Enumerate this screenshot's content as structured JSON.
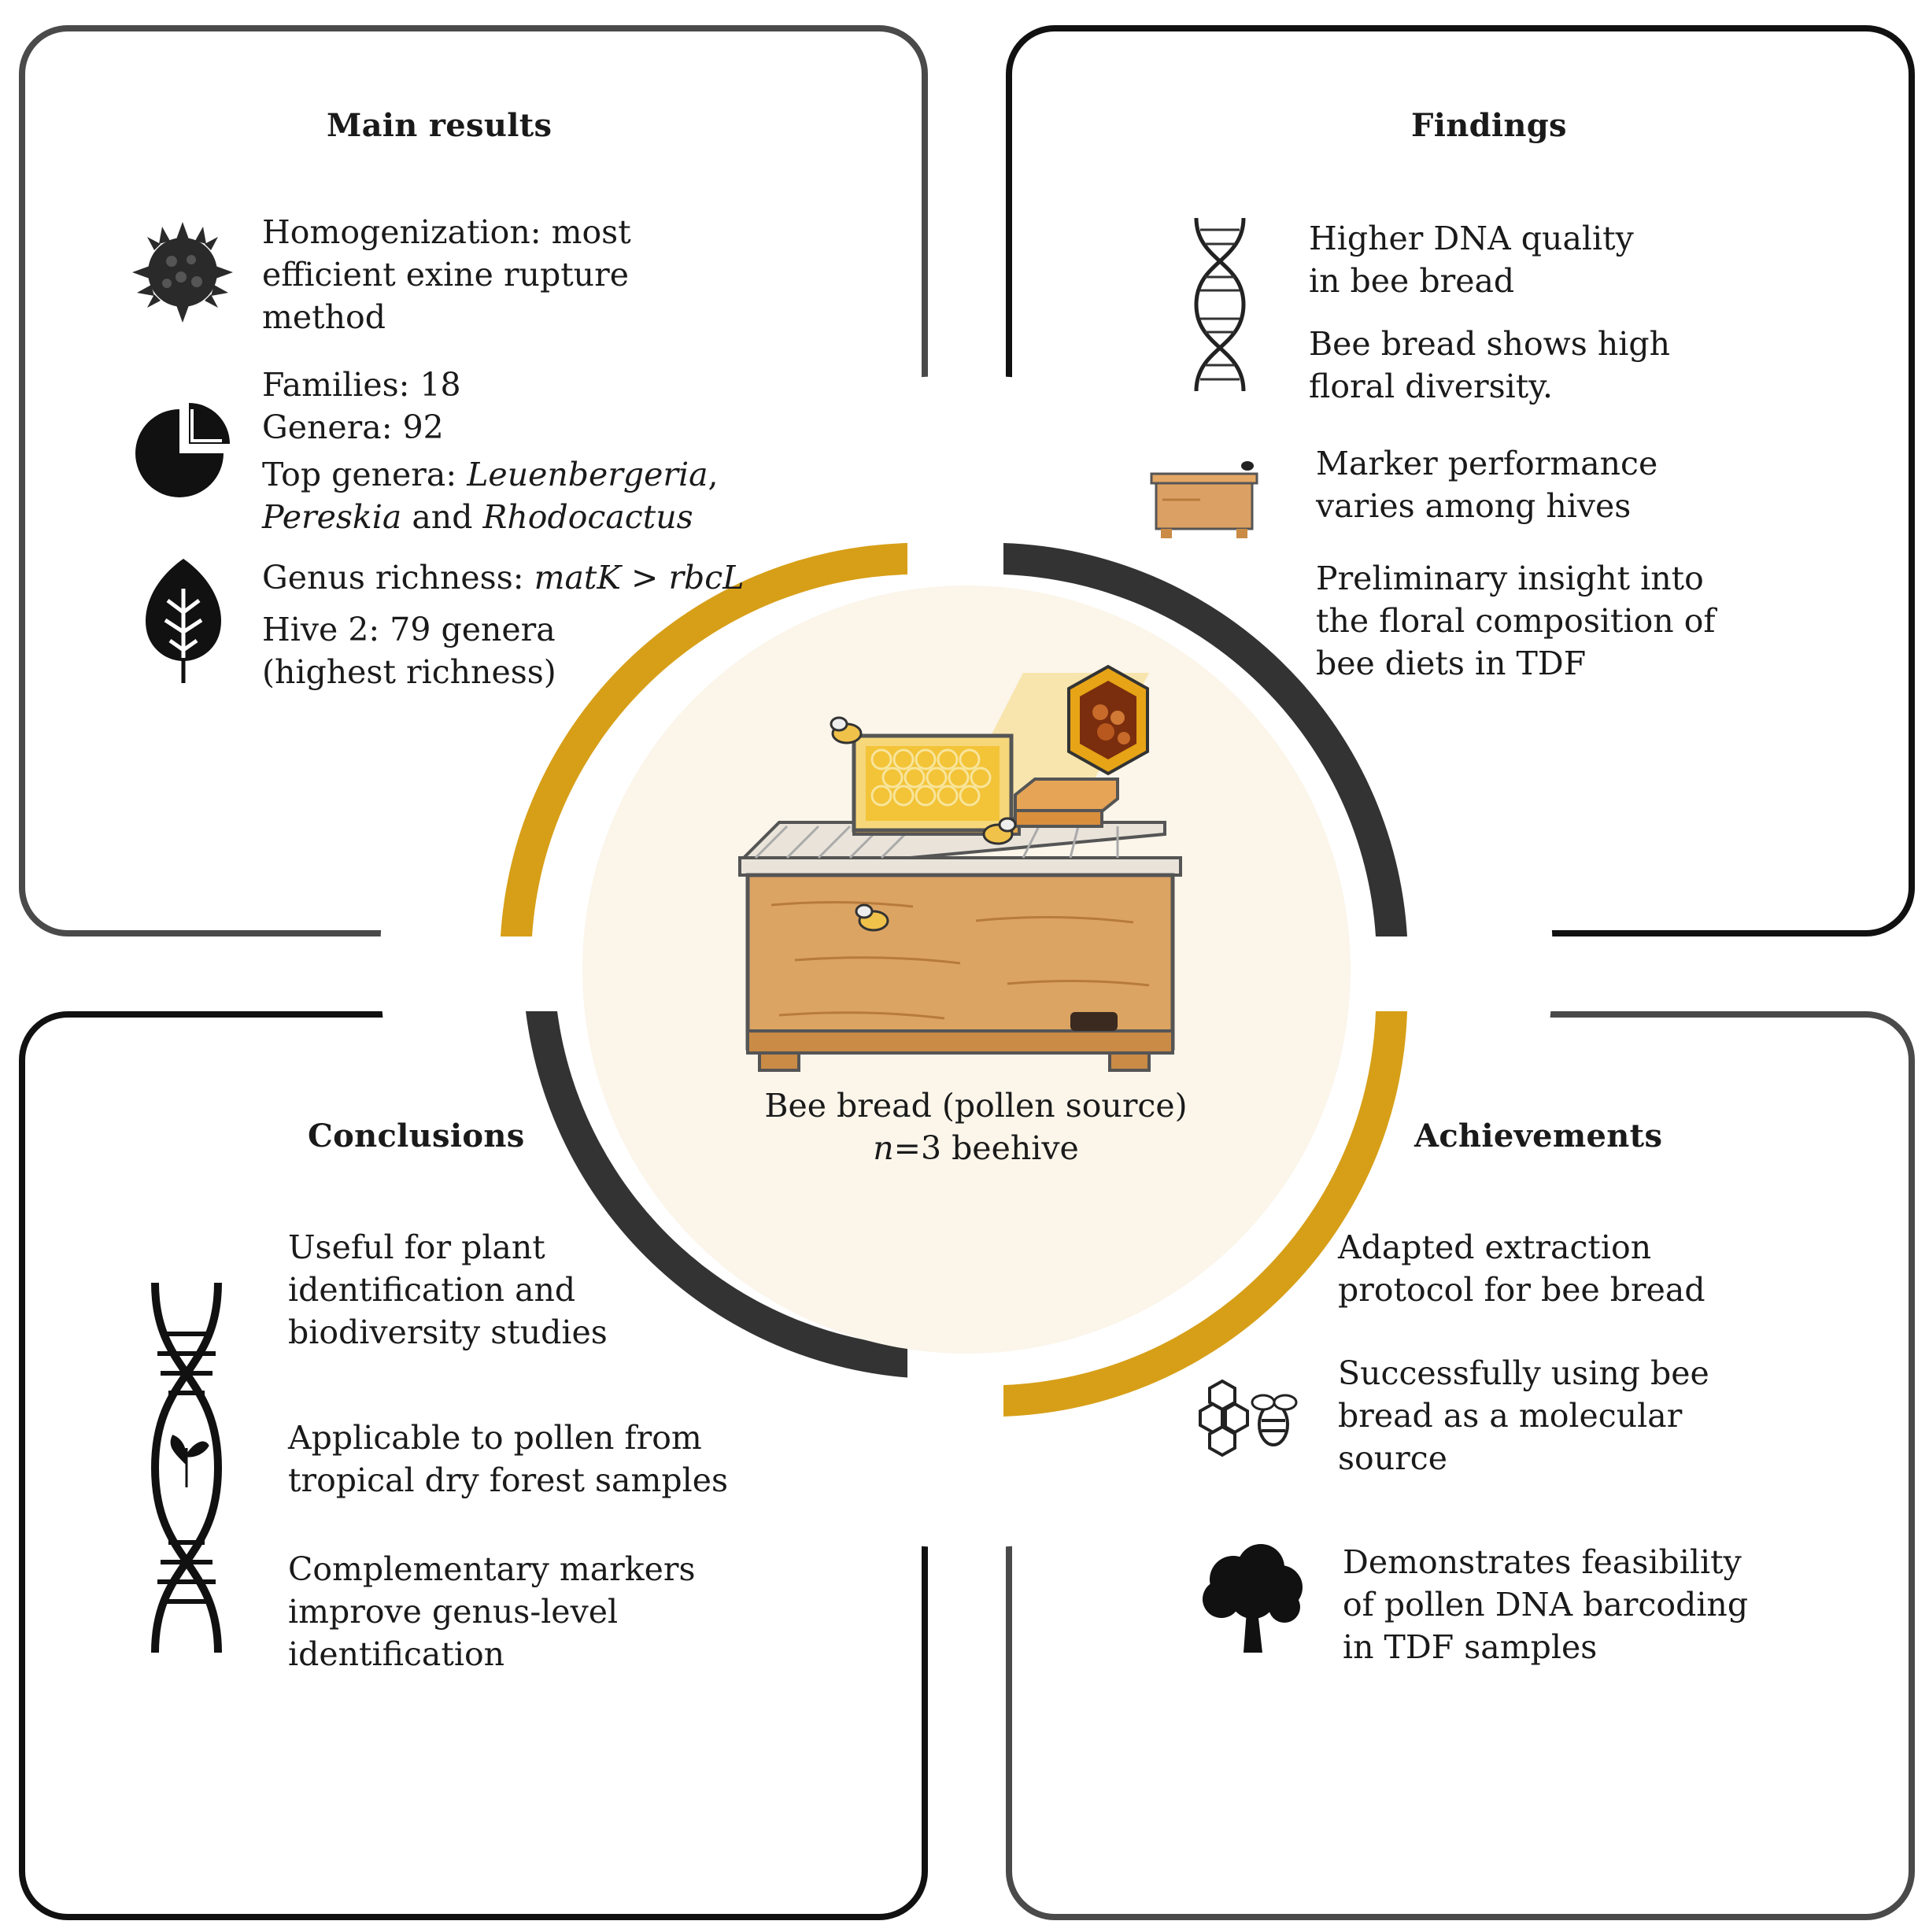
{
  "main_results": {
    "title": "Main results",
    "item1": [
      "Homogenization: most",
      "efficient exine rupture",
      "method"
    ],
    "families": "Families: 18",
    "genera": "Genera: 92",
    "top_prefix": "Top genera: ",
    "top_g1": "Leuenbergeria",
    "top_comma": ",",
    "top_g2": "Pereskia",
    "top_and": " and ",
    "top_g3": "Rhodocactus",
    "richness_prefix": "Genus richness: ",
    "richness_m1": "matK",
    "richness_op": " > ",
    "richness_m2": "rbcL",
    "hive2": [
      "Hive 2: 79 genera",
      "(highest richness)"
    ]
  },
  "findings": {
    "title": "Findings",
    "item1": [
      "Higher DNA quality",
      "in bee bread"
    ],
    "item2": [
      "Bee bread shows high",
      "floral diversity."
    ],
    "item3": [
      "Marker performance",
      "varies among hives"
    ],
    "item4": [
      "Preliminary insight into",
      "the floral composition of",
      "bee diets in TDF"
    ]
  },
  "conclusions": {
    "title": "Conclusions",
    "item1": [
      "Useful for plant",
      "identification and",
      "biodiversity studies"
    ],
    "item2": [
      "Applicable to pollen from",
      "tropical dry forest samples"
    ],
    "item3": [
      "Complementary markers",
      "improve genus-level",
      "identification"
    ]
  },
  "achievements": {
    "title": "Achievements",
    "item1": [
      "Adapted extraction",
      "protocol for bee bread"
    ],
    "item2": [
      "Successfully using bee",
      "bread as a molecular",
      "source"
    ],
    "item3": [
      "Demonstrates feasibility",
      "of pollen DNA barcoding",
      "in TDF samples"
    ]
  },
  "center": {
    "line1": "Bee bread (pollen source)",
    "n_italic": "n",
    "n_rest": "=3 beehive"
  },
  "colors": {
    "gold": "#d79f18",
    "dark": "#333333",
    "cream": "#fbf5ea",
    "wood": "#d9a15f"
  },
  "icons": [
    "pollen-grain-icon",
    "pie-chart-icon",
    "leaf-icon",
    "dna-helix-icon",
    "beehive-small-icon",
    "dna-plant-icon",
    "honeycomb-bee-icon",
    "tree-icon",
    "beehive-illustration",
    "honeycomb-zoom-icon"
  ]
}
